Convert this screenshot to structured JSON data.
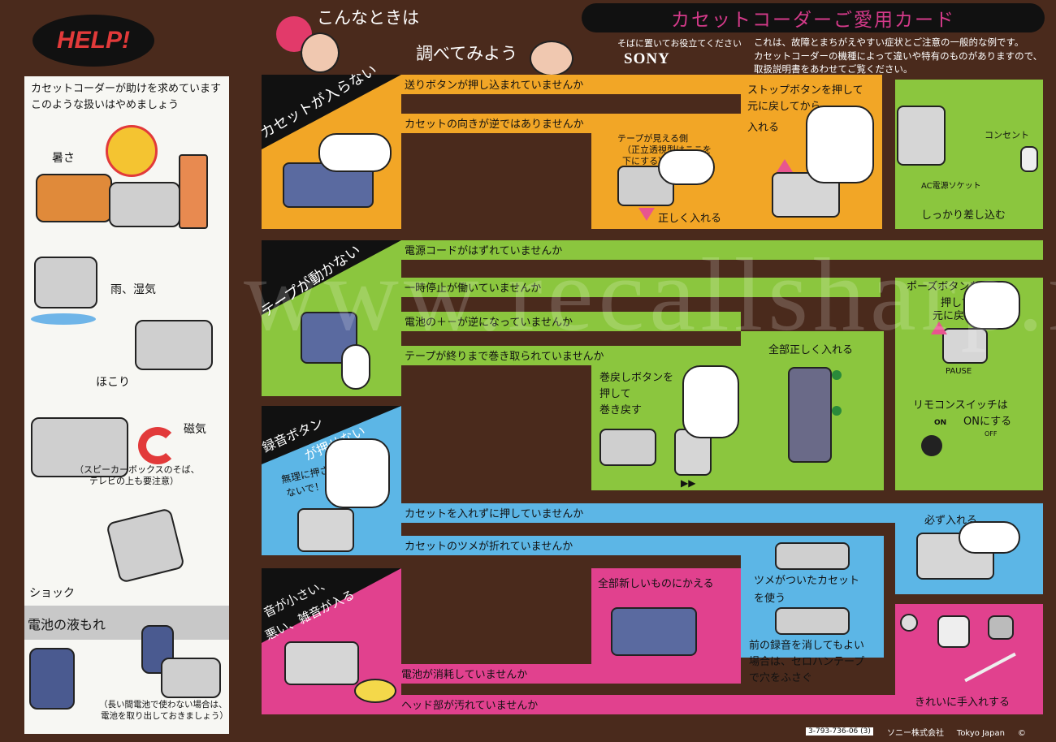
{
  "header": {
    "help": "HELP!",
    "question_line1": "こんなときは",
    "question_line2": "調べてみよう",
    "card_title": "カセットコーダーご愛用カード",
    "subtitle": "そばに置いてお役立てください",
    "brand": "SONY",
    "intro": [
      "これは、故障とまちがえやすい症状とご注意の一般的な例です。",
      "カセットコーダーの機種によって違いや特有のものがありますので、",
      "取扱説明書をあわせてご覧ください。"
    ]
  },
  "left_panel": {
    "intro": [
      "カセットコーダーが助けを求めています",
      "このような扱いはやめましょう"
    ],
    "hazards": {
      "heat": "暑さ",
      "rain": "雨、湿気",
      "dust": "ほこり",
      "magnet": "磁気",
      "magnet_note": [
        "（スピーカーボックスのそば、",
        "テレビの上も要注意）"
      ],
      "shock": "ショック",
      "battery_leak": "電池の液もれ",
      "battery_note": [
        "（長い間電池で使わない場合は、",
        "電池を取り出しておきましょう）"
      ]
    }
  },
  "sections": {
    "cassette": {
      "tag": "カセットが入らない",
      "q1": "送りボタンが押し込まれていませんか",
      "q2": "カセットの向きが逆ではありませんか",
      "tape_visible": [
        "テープが見える側",
        "（正立透視型はここを",
        "下にする）"
      ],
      "insert_correctly": "正しく入れる",
      "stop_fix": [
        "ストップボタンを押して",
        "元に戻してから",
        "入れる"
      ]
    },
    "power": {
      "outlet": "コンセント",
      "ac_socket": "AC電源ソケット",
      "plug_in": "しっかり差し込む"
    },
    "tape": {
      "tag": "テープが動かない",
      "q1": "電源コードがはずれていませんか",
      "q2": "一時停止が働いていませんか",
      "q3": "電池の＋－が逆になっていませんか",
      "q4": "テープが終りまで巻き取られていませんか",
      "rewind": [
        "巻戻しボタンを",
        "押して",
        "巻き戻す"
      ],
      "all_correct": "全部正しく入れる",
      "pause_fix": [
        "ポーズボタンを",
        "押して",
        "元に戻す"
      ],
      "pause_label": "PAUSE",
      "remote_fix": [
        "リモコンスイッチは",
        "ONにする"
      ],
      "on_label": "ON",
      "off_label": "OFF"
    },
    "record": {
      "tag": [
        "録音ボタン",
        "が押せない"
      ],
      "dont_force": [
        "無理に押さ",
        "ないで！"
      ],
      "q1": "カセットを入れずに押していませんか",
      "q2": "カセットのツメが折れていませんか",
      "must_insert": "必ず入れる",
      "tab_cassette": [
        "ツメがついたカセット",
        "を使う"
      ],
      "tape_fix": [
        "前の録音を消してもよい",
        "場合は、セロハンテープ",
        "で穴をふさぐ"
      ]
    },
    "sound": {
      "tag": [
        "音が小さい、",
        "悪い、雑音が入る"
      ],
      "q1": "電池が消耗していませんか",
      "q2": "ヘッド部が汚れていませんか",
      "replace_all": "全部新しいものにかえる",
      "clean": "きれいに手入れする"
    }
  },
  "footer": {
    "code": "3-793-736-06 (3)",
    "company": "ソニー株式会社",
    "country": "Tokyo Japan",
    "copyright": "©"
  },
  "watermark": "www.recallsharp.ru",
  "colors": {
    "background": "#4a2a1c",
    "yellow": "#f2a626",
    "green": "#8bc63e",
    "blue": "#5cb6e6",
    "pink": "#e1418e",
    "arrow_pink": "#e8558f"
  }
}
